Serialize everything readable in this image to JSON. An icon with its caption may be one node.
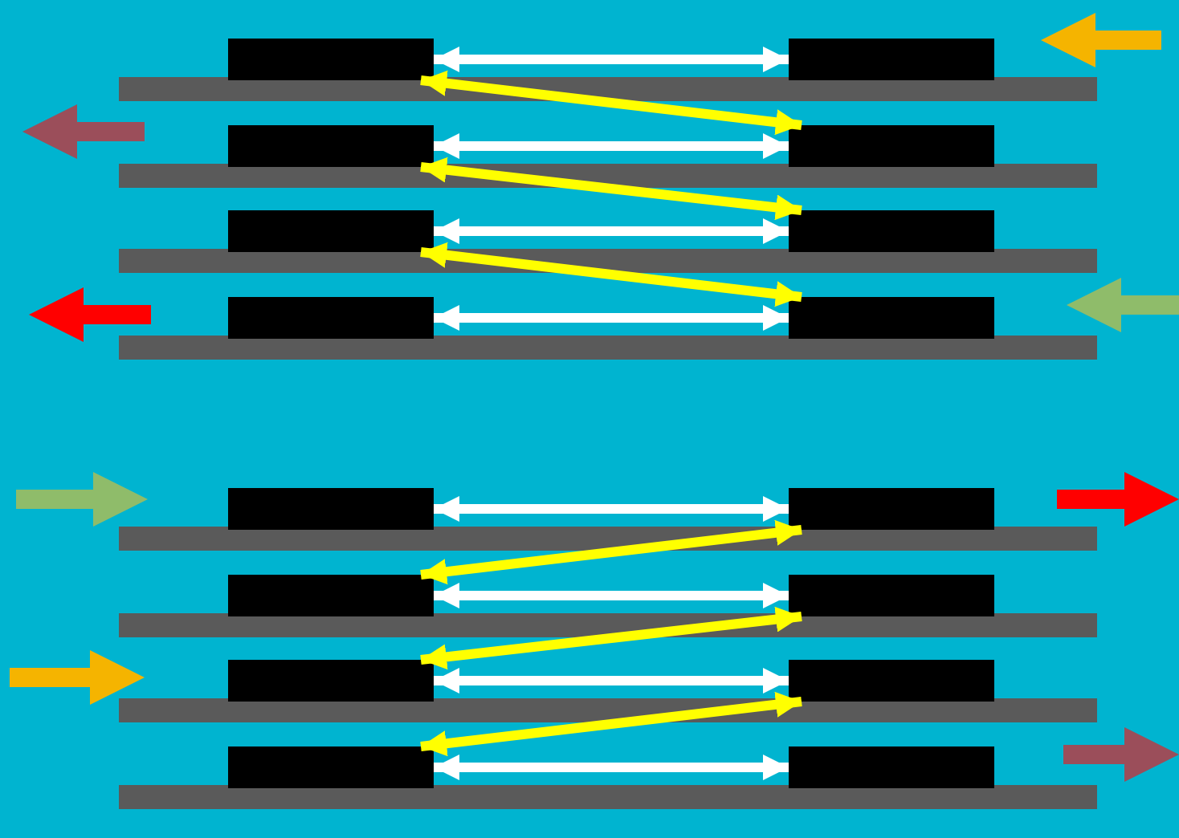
{
  "diagram": {
    "nodes": [
      {
        "text": [],
        "shape": "box"
      },
      {
        "text": [],
        "shape": "box"
      },
      {
        "text": [],
        "shape": "box"
      },
      {
        "text": [],
        "shape": "box"
      },
      {
        "text": [],
        "shape": "box"
      },
      {
        "text": [],
        "shape": "box"
      },
      {
        "text": [],
        "shape": "box"
      },
      {
        "text": [],
        "shape": "box"
      },
      {
        "text": [],
        "shape": "box"
      },
      {
        "text": [],
        "shape": "box"
      },
      {
        "text": [],
        "shape": "box"
      },
      {
        "text": [],
        "shape": "box"
      },
      {
        "text": [],
        "shape": "box"
      },
      {
        "text": [],
        "shape": "box"
      },
      {
        "text": [],
        "shape": "box"
      },
      {
        "text": [],
        "shape": "box"
      }
    ],
    "edges": [
      {
        "from": 0,
        "to": 1,
        "arrow": "both"
      },
      {
        "from": 0,
        "to": 3,
        "arrow": "both",
        "color": "#ffff00"
      },
      {
        "from": 2,
        "to": 3,
        "arrow": "both"
      },
      {
        "from": 2,
        "to": 5,
        "arrow": "both",
        "color": "#ffff00"
      },
      {
        "from": 4,
        "to": 5,
        "arrow": "both"
      },
      {
        "from": 4,
        "to": 7,
        "arrow": "both",
        "color": "#ffff00"
      },
      {
        "from": 6,
        "to": 7,
        "arrow": "both"
      },
      {
        "from": 8,
        "to": 9,
        "arrow": "both"
      },
      {
        "from": 9,
        "to": 10,
        "arrow": "both",
        "color": "#ffff00"
      },
      {
        "from": 10,
        "to": 11,
        "arrow": "both"
      },
      {
        "from": 11,
        "to": 12,
        "arrow": "both",
        "color": "#ffff00"
      },
      {
        "from": 12,
        "to": 13,
        "arrow": "both"
      },
      {
        "from": 13,
        "to": 14,
        "arrow": "both",
        "color": "#ffff00"
      },
      {
        "from": 14,
        "to": 15,
        "arrow": "both"
      }
    ]
  }
}
